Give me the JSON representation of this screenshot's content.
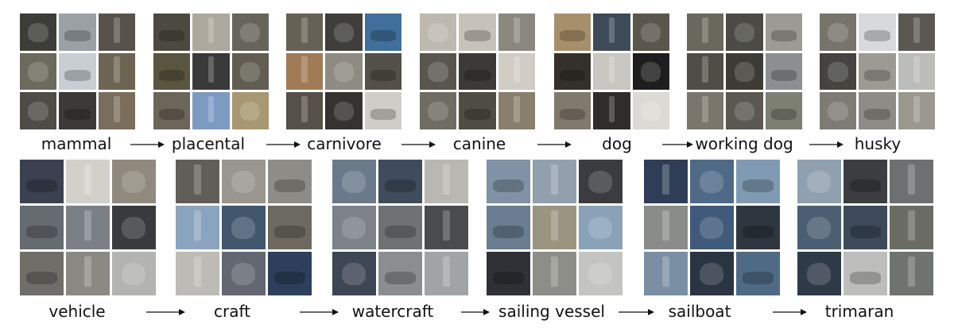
{
  "rows": [
    {
      "name": "row-1",
      "nodes": [
        {
          "label": "mammal",
          "tiles": [
            "#3d3d38",
            "#9aa0a3",
            "#57524a",
            "#6b6a5d",
            "#c9ced2",
            "#6e6453",
            "#4d4c47",
            "#3b3a36",
            "#7a6d5b"
          ]
        },
        {
          "label": "placental",
          "tiles": [
            "#4c4a40",
            "#aca89d",
            "#67655b",
            "#5a553f",
            "#3a3a3a",
            "#615d52",
            "#6b655a",
            "#7d9bc2",
            "#a79871"
          ]
        },
        {
          "label": "carnivore",
          "tiles": [
            "#666155",
            "#3f3e3b",
            "#3f6f9a",
            "#a17b56",
            "#8d8b82",
            "#525047",
            "#555149",
            "#34332f",
            "#cfcdc7"
          ]
        },
        {
          "label": "canine",
          "tiles": [
            "#bdb9b0",
            "#c6c2b9",
            "#8a877e",
            "#58564f",
            "#3b3a36",
            "#d0ccc4",
            "#6f6c62",
            "#4f4c43",
            "#8a7f6c"
          ]
        },
        {
          "label": "dog",
          "tiles": [
            "#a88f6b",
            "#3d4a58",
            "#5a564c",
            "#34312a",
            "#c8c6c0",
            "#1e1e1e",
            "#7f7a6c",
            "#2f2d29",
            "#dcdad4"
          ]
        },
        {
          "label": "working dog",
          "tiles": [
            "#6a675c",
            "#4b4a44",
            "#9c9a93",
            "#4f4d45",
            "#3d3b35",
            "#8b8f92",
            "#7a766b",
            "#5a5850",
            "#7c7f72"
          ]
        },
        {
          "label": "husky",
          "tiles": [
            "#77746c",
            "#d7d9da",
            "#5b5851",
            "#454440",
            "#9c9a92",
            "#bcbcb9",
            "#7d7b74",
            "#8e8c86",
            "#9b988f"
          ]
        }
      ],
      "arrow_count": 6
    },
    {
      "name": "row-2",
      "nodes": [
        {
          "label": "vehicle",
          "tiles": [
            "#3b4150",
            "#d1d0cb",
            "#8f8a7e",
            "#666b70",
            "#7b7f86",
            "#393a3e",
            "#6f6e68",
            "#8b8a82",
            "#b3b4b1"
          ]
        },
        {
          "label": "craft",
          "tiles": [
            "#5f5e58",
            "#98968f",
            "#8d8c86",
            "#8aa4bf",
            "#42576e",
            "#6c6a60",
            "#bdbbb5",
            "#626772",
            "#2d3f5c"
          ]
        },
        {
          "label": "watercraft",
          "tiles": [
            "#6a7a8a",
            "#3f4c5b",
            "#b9b7b2",
            "#7d8188",
            "#6e7275",
            "#4a4b4f",
            "#3d4654",
            "#8a8e90",
            "#a1a4a6"
          ]
        },
        {
          "label": "sailing vessel",
          "tiles": [
            "#7f92a6",
            "#92a0ad",
            "#3a3c3f",
            "#6a7d91",
            "#9b9481",
            "#8aa2b8",
            "#2f3136",
            "#8d8e88",
            "#c4c5c3"
          ]
        },
        {
          "label": "sailboat",
          "tiles": [
            "#2f3e57",
            "#4f6a87",
            "#7f9ab2",
            "#8a8c8a",
            "#3f5a7a",
            "#2e3640",
            "#7a8fa4",
            "#2b3442",
            "#4f6a85"
          ]
        },
        {
          "label": "trimaran",
          "tiles": [
            "#8fa1b0",
            "#3b3d40",
            "#6d6f70",
            "#4c5e72",
            "#3d4a5a",
            "#6a6b63",
            "#2f3a48",
            "#bdbdbb",
            "#6f7370"
          ]
        }
      ],
      "arrow_count": 5
    }
  ]
}
